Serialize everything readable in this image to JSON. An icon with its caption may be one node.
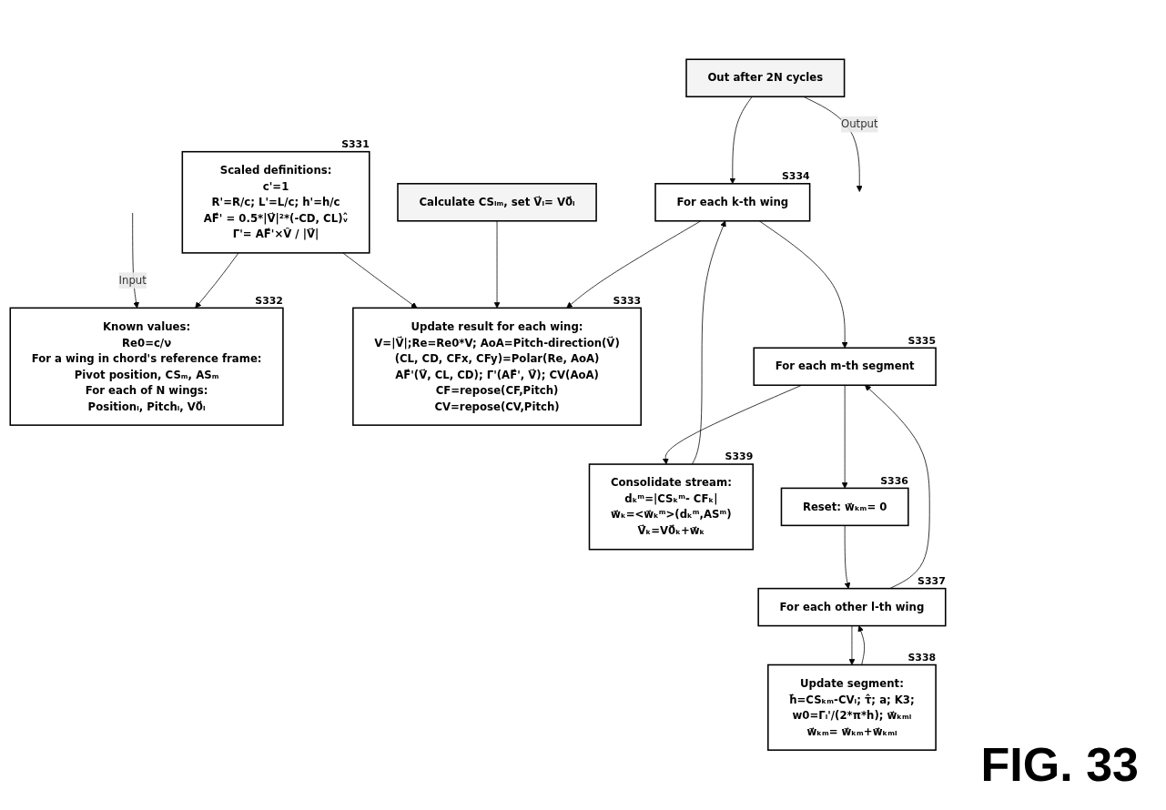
{
  "diagram": {
    "nodes": [
      {
        "text": [
          "Scaled definitions:",
          "c'=1",
          "R'=R/c; L'=L/c; h'=h/c",
          "AF⃗' = 0.5*|V⃗|²*(-CD, CL)ᵥ̂",
          "Γ'= AF⃗'×V̂ / |V⃗|"
        ],
        "beside": [
          "S331"
        ]
      },
      {
        "text": [
          "Known values:",
          "Re0=c/ν",
          "For a wing in chord's reference frame:",
          "Pivot position, CSₘ, ASₘ",
          "For each of N wings:",
          "Positionᵢ, Pitchᵢ, V0⃗ᵢ"
        ],
        "beside": [
          "S332"
        ]
      },
      {
        "text": [
          "Calculate CSᵢₘ, set V⃗ᵢ= V0⃗ᵢ"
        ]
      },
      {
        "text": [
          "Update result for each wing:",
          "V=|V⃗|;Re=Re0*V; AoA=Pitch-direction(V⃗)",
          "(CL, CD, CFx, CFy)=Polar(Re, AoA)",
          "AF⃗'(V⃗, CL, CD);  Γ'(AF⃗', V⃗); CV(AoA)",
          "CF=repose(CF,Pitch)",
          "CV=repose(CV,Pitch)"
        ],
        "beside": [
          "S333"
        ]
      },
      {
        "text": [
          "Out after 2N cycles"
        ]
      },
      {
        "text": [
          "For each k-th wing"
        ],
        "beside": [
          "S334"
        ]
      },
      {
        "text": [
          "Consolidate stream:",
          "dₖᵐ=|CSₖᵐ- CFₖ|",
          "w⃗ₖ=<w⃗ₖᵐ>(dₖᵐ,ASᵐ)",
          "V⃗ₖ=V0⃗ₖ+w⃗ₖ"
        ],
        "beside": [
          "S339"
        ]
      },
      {
        "text": [
          "For each m-th segment"
        ],
        "beside": [
          "S335"
        ]
      },
      {
        "text": [
          "Reset: w⃗ₖₘ= 0"
        ],
        "beside": [
          "S336"
        ]
      },
      {
        "text": [
          "For each other l-th wing"
        ],
        "beside": [
          "S337"
        ]
      },
      {
        "text": [
          "Update segment:",
          "h⃗=CSₖₘ-CVₗ; τ̂; a; K3;",
          "w0=Γₗ'/(2*π*h); w⃗ₖₘₗ",
          "w⃗ₖₘ= w⃗ₖₘ+w⃗ₖₘₗ"
        ],
        "beside": [
          "S338"
        ]
      }
    ],
    "edges": [
      {
        "from": null,
        "to": 1,
        "arrow": "to",
        "label": "Input"
      },
      {
        "from": 0,
        "to": 1,
        "arrow": "to"
      },
      {
        "from": 0,
        "to": 3,
        "arrow": "to"
      },
      {
        "from": 2,
        "to": 3,
        "arrow": "to"
      },
      {
        "from": 5,
        "to": 3,
        "arrow": "to"
      },
      {
        "from": 4,
        "to": 5,
        "arrow": "to"
      },
      {
        "from": 4,
        "to": null,
        "arrow": "to",
        "label": "Output"
      },
      {
        "from": 5,
        "to": 7,
        "arrow": "to"
      },
      {
        "from": 6,
        "to": 5,
        "arrow": "to"
      },
      {
        "from": 7,
        "to": 6,
        "arrow": "to"
      },
      {
        "from": 7,
        "to": 8,
        "arrow": "to"
      },
      {
        "from": 8,
        "to": 9,
        "arrow": "to"
      },
      {
        "from": 9,
        "to": 7,
        "arrow": "to"
      },
      {
        "from": 9,
        "to": 10,
        "arrow": "to"
      },
      {
        "from": 10,
        "to": 9,
        "arrow": "to"
      }
    ],
    "labels": [
      "FIG. 33"
    ]
  }
}
